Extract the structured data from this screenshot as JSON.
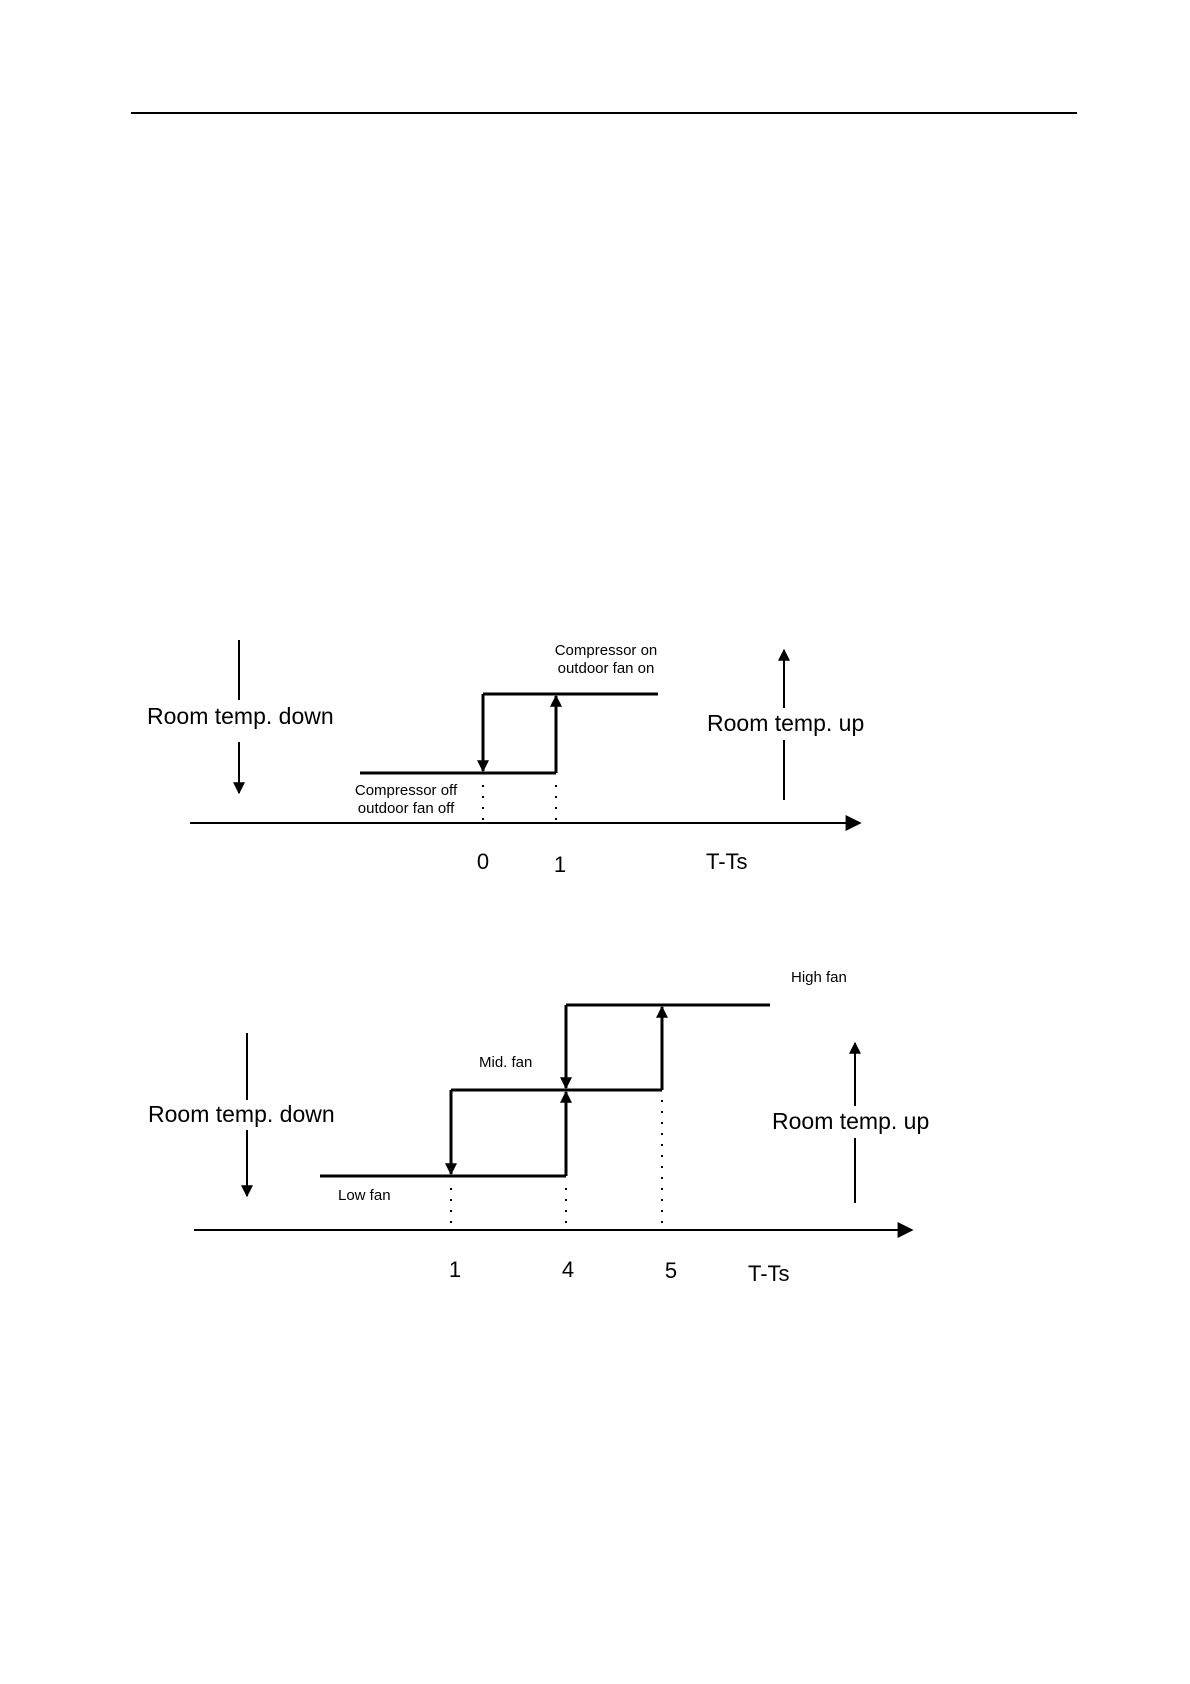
{
  "diagram1": {
    "room_down": "Room temp. down",
    "room_up": "Room temp. up",
    "on_line1": "Compressor on",
    "on_line2": "outdoor fan on",
    "off_line1": "Compressor off",
    "off_line2": "outdoor fan off",
    "ticks": [
      "0",
      "1"
    ],
    "axis_label": "T-Ts"
  },
  "diagram2": {
    "room_down": "Room temp. down",
    "room_up": "Room temp. up",
    "high": "High fan",
    "mid": "Mid. fan",
    "low": "Low fan",
    "ticks": [
      "1",
      "4",
      "5"
    ],
    "axis_label": "T-Ts"
  },
  "colors": {
    "ink": "#000000",
    "background": "#ffffff"
  }
}
